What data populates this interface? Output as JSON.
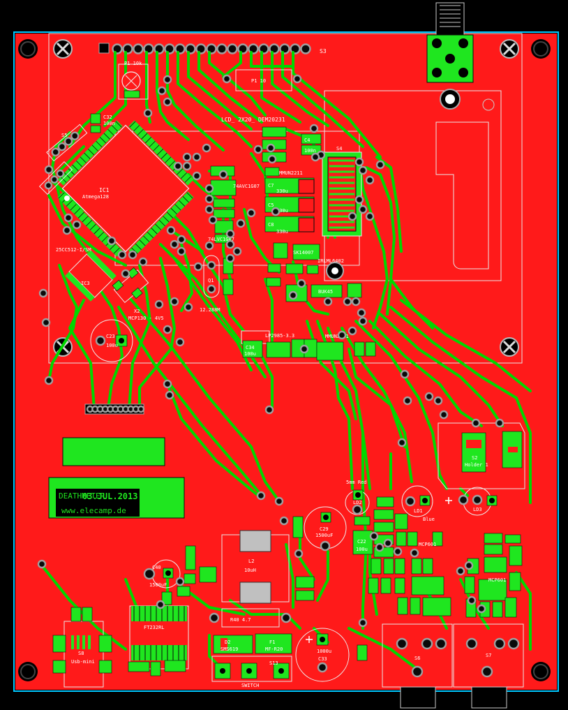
{
  "board": {
    "background": "#000000",
    "copper_color": "#ff1a1a",
    "trace_color": "#00d800",
    "pad_color": "#1fe61f",
    "outline_color": "#00c8ff"
  },
  "labels": {
    "s3": "S3",
    "p1_top": "P1 10k",
    "p1_box": "P1   10",
    "lcd": "LCD_ 2X20_ DEM20231",
    "ic1_name": "IC1",
    "ic1_part": "Atmega128",
    "s4": "S4",
    "s5": "S5",
    "c32": "C32",
    "c32_val": "100n",
    "c4": "C4",
    "c4_val": "100n",
    "mmun1": "MMUN2211",
    "alvc": "74AVC1G07",
    "alvc2": "74LVC1G07",
    "c7": "C7",
    "c7_val": "330u",
    "c5": "C5",
    "c5_val": "330u",
    "c8": "C8",
    "c8_val": "330u",
    "irlm": "IRLML6402",
    "sk": "SK14007",
    "bukh": "BUK45",
    "q1": "Q1",
    "q1_freq": "12.288M",
    "ds": "25CC512-I/SM",
    "ic3": "IC3",
    "x2": "X2",
    "mcp": "MCP130 - 4V5",
    "c23": "C23",
    "c23_val": "100u",
    "lp": "LP2985-3.3",
    "mmun2": "MMUN2211",
    "c34": "C34",
    "c34_val": "100u",
    "oled_line1": "DEATHMETER",
    "oled_line2": "03.JUL.2013",
    "oled_line3": "www.elecamp.de",
    "holder": "Holder 1",
    "s2": "S2",
    "led_red": "5mm Red",
    "ld2": "LD2",
    "ld1": "LD1",
    "ld1_blue": "Blue",
    "ld3": "LD3",
    "c22": "C22",
    "c22_val": "100u",
    "c29": "C29",
    "c29_val": "1500uF",
    "mcp601": "MCP601",
    "mcp601b": "MCP601",
    "l2": "L2",
    "l2_val": "10uH",
    "c40": "C40",
    "c40_val": "1500uF",
    "ft": "FT232RL",
    "r40": "R40   4.7",
    "d2": "D2",
    "d2_part": "SMS619",
    "f1": "F1",
    "f1_part": "MF-R20",
    "c33": "C33",
    "c33_val": "1000u",
    "s8": "S8",
    "usb": "Usb-mini",
    "switch": "SWITCH",
    "s13": "S13",
    "s6": "S6",
    "s7": "S7"
  }
}
